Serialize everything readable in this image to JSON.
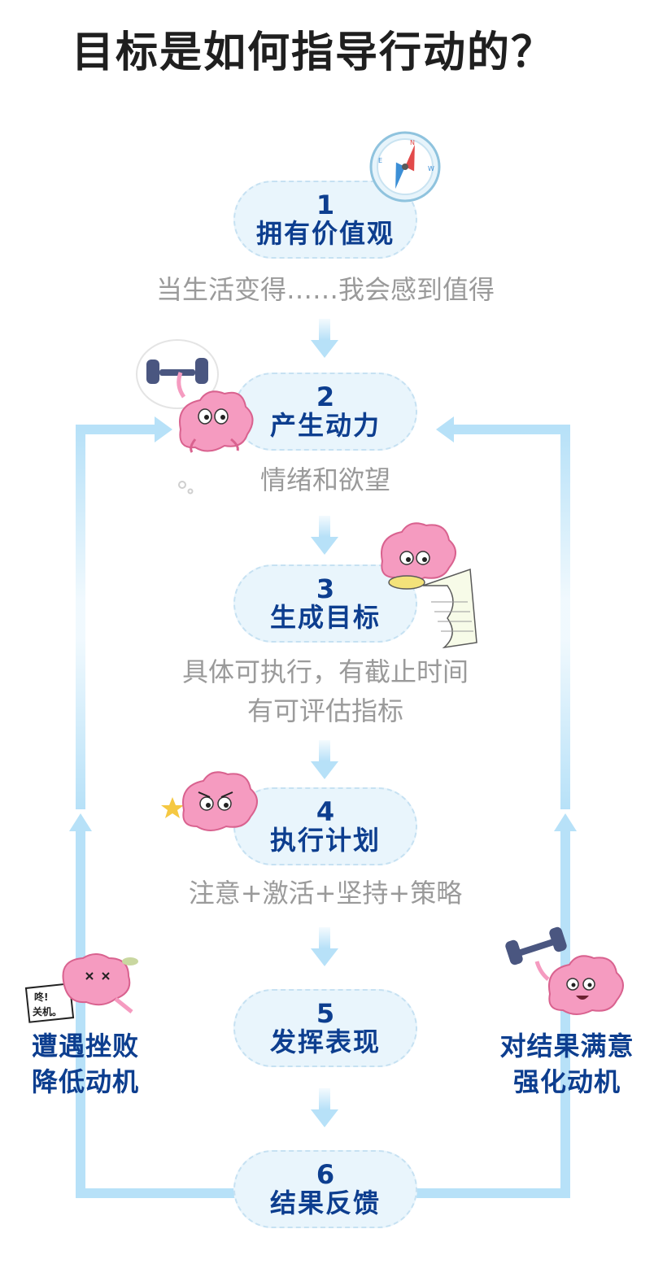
{
  "title": "目标是如何指导行动的？",
  "steps": [
    {
      "num": "1",
      "label": "拥有价值观",
      "desc": [
        "当生活变得……我会感到值得"
      ]
    },
    {
      "num": "2",
      "label": "产生动力",
      "desc": [
        "情绪和欲望"
      ]
    },
    {
      "num": "3",
      "label": "生成目标",
      "desc": [
        "具体可执行，有截止时间",
        "有可评估指标"
      ]
    },
    {
      "num": "4",
      "label": "执行计划",
      "desc": [
        "注意+激活+坚持+策略"
      ]
    },
    {
      "num": "5",
      "label": "发挥表现",
      "desc": []
    },
    {
      "num": "6",
      "label": "结果反馈",
      "desc": []
    }
  ],
  "left_loop": {
    "line1": "遭遇挫败",
    "line2": "降低动机",
    "sign": [
      "咚!",
      "关机。"
    ]
  },
  "right_loop": {
    "line1": "对结果满意",
    "line2": "强化动机"
  },
  "colors": {
    "pill_bg": "#e9f5fc",
    "pill_text": "#0d3e8f",
    "arrow": "#b7e1f8",
    "desc_text": "#9a9a9a",
    "brain": "#f59bc0"
  }
}
